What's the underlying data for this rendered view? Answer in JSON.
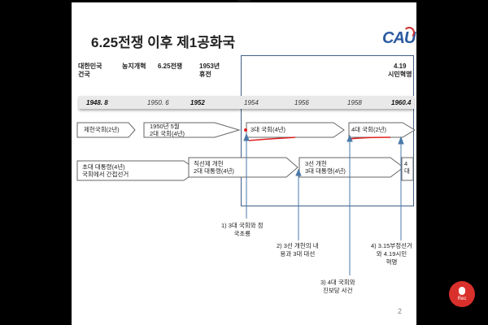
{
  "title": "6.25전쟁 이후 제1공화국",
  "logo": "CAU",
  "events": [
    {
      "l1": "대한민국",
      "l2": "건국"
    },
    {
      "l1": "농지개혁",
      "l2": ""
    },
    {
      "l1": "6.25전쟁",
      "l2": ""
    },
    {
      "l1": "1953년",
      "l2": "휴전"
    },
    {
      "l1": "4.19",
      "l2": "시민혁명"
    }
  ],
  "years": [
    "1948. 8",
    "1950. 6",
    "1952",
    "1954",
    "1956",
    "1958",
    "1960.4"
  ],
  "assembly": [
    {
      "l1": "제헌국회(2년)",
      "l2": ""
    },
    {
      "l1": "1950년 5월",
      "l2": "2대 국회(4년)"
    },
    {
      "l1": "3대 국회(4년)",
      "l2": ""
    },
    {
      "l1": "4대 국회(2년)",
      "l2": ""
    }
  ],
  "president": [
    {
      "l1": "초대 대통령(4년)",
      "l2": "국회에서 간접선거"
    },
    {
      "l1": "직선제 개헌",
      "l2": "2대 대통령(4년)"
    },
    {
      "l1": "3선 개헌",
      "l2": "3대 대통령(4년)"
    },
    {
      "l1": "4",
      "l2": "대"
    }
  ],
  "notes": [
    {
      "l1": "1) 3대 국회와 정",
      "l2": "국초룡"
    },
    {
      "l1": "2) 3선 개헌의 내",
      "l2": "용과 3대 대선"
    },
    {
      "l1": "3) 4대 국회와",
      "l2": "진보당 사건"
    },
    {
      "l1": "4) 3.15부정선거",
      "l2": "와 4.19시민",
      "l3": "혁명"
    }
  ],
  "page_number": "2",
  "rec_label": "Rec",
  "colors": {
    "accent_blue": "#4a78a8",
    "underline_red": "#e02020",
    "frame": "#3f5e86"
  }
}
